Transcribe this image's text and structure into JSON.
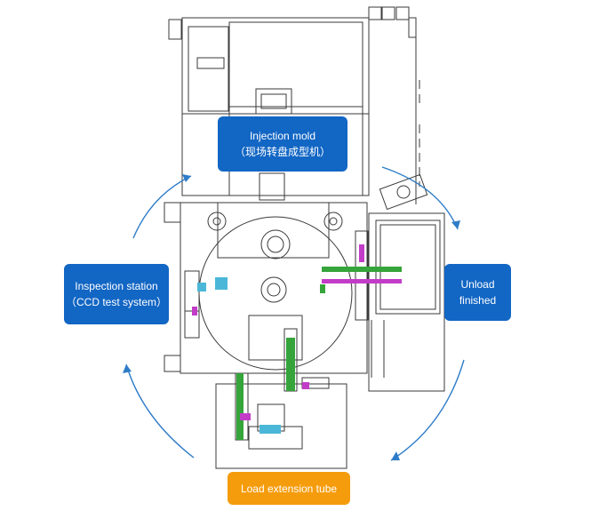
{
  "colors": {
    "label_blue": "#1266c4",
    "label_orange": "#f59c0c",
    "arrow_blue": "#2e7cc8",
    "line_dark": "#3a3a3a",
    "part_green": "#35a43a",
    "part_magenta": "#c23cc8",
    "part_cyan": "#4ab7d8"
  },
  "labels": {
    "injection": {
      "line1": "Injection mold",
      "line2": "（现场转盘成型机）",
      "icon": "none"
    },
    "inspection": {
      "line1": "Inspection station",
      "line2": "（CCD test system）"
    },
    "unload": {
      "line1": "Unload",
      "line2": "finished"
    },
    "load": {
      "line1": "Load extension tube"
    }
  },
  "flow": [
    "Load extension tube",
    "Inspection station",
    "Injection mold",
    "Unload finished"
  ]
}
